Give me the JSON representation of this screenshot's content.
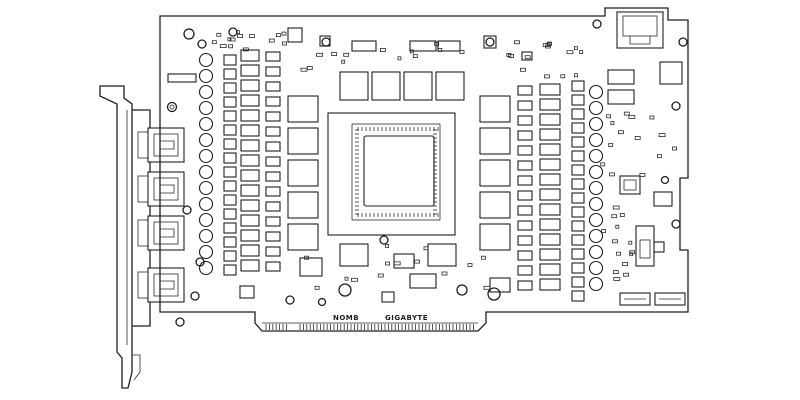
{
  "diagram": {
    "subject": "graphics-card-pcb-line-drawing",
    "labels": {
      "left_marking": "NOMB",
      "brand_marking": "GIGABYTE"
    },
    "io_ports": [
      {
        "type": "displayport"
      },
      {
        "type": "displayport"
      },
      {
        "type": "hdmi"
      },
      {
        "type": "displayport"
      }
    ],
    "colors": {
      "stroke": "#1e1e1e",
      "background": "#ffffff"
    }
  }
}
